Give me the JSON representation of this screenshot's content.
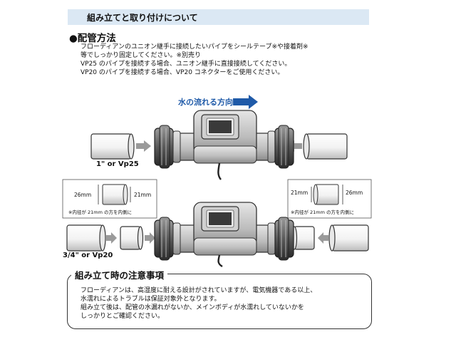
{
  "header": {
    "title": "組み立てと取り付けについて"
  },
  "piping": {
    "title": "●配管方法",
    "lines": [
      "フローディアンのユニオン継手に接続したいパイプをシールテープ※や接着剤※",
      "等でしっかり固定してください。※別売り",
      "VP25 のパイプを接続する場合、ユニオン継手に直接接続してください。",
      "VP20 のパイプを接続する場合、VP20 コネクターをご使用ください。"
    ]
  },
  "diagram": {
    "flow_label": "水の流れる方向",
    "pipe_label_top": "1\" or Vp25",
    "pipe_label_bottom": "3/4\" or Vp20",
    "dim_outer": "26mm",
    "dim_inner": "21mm",
    "note": "※内径が 21mm の方を内側に",
    "colors": {
      "flow_arrow": "#1f5aa8",
      "small_arrow": "#9a9a9a"
    },
    "icons": [
      "pipe",
      "union-fitting",
      "display-unit",
      "gray-arrow",
      "flow-arrow"
    ]
  },
  "caution": {
    "title": "組み立て時の注意事項",
    "lines": [
      "フローディアンは、高湿度に耐える設計がされていますが、電気機器である以上、",
      "水濡れによるトラブルは保証対象外となります。",
      "組み立て後は、配管の水漏れがないか、メインボディが水濡れしていないかを",
      "しっかりとご確認ください。"
    ]
  }
}
